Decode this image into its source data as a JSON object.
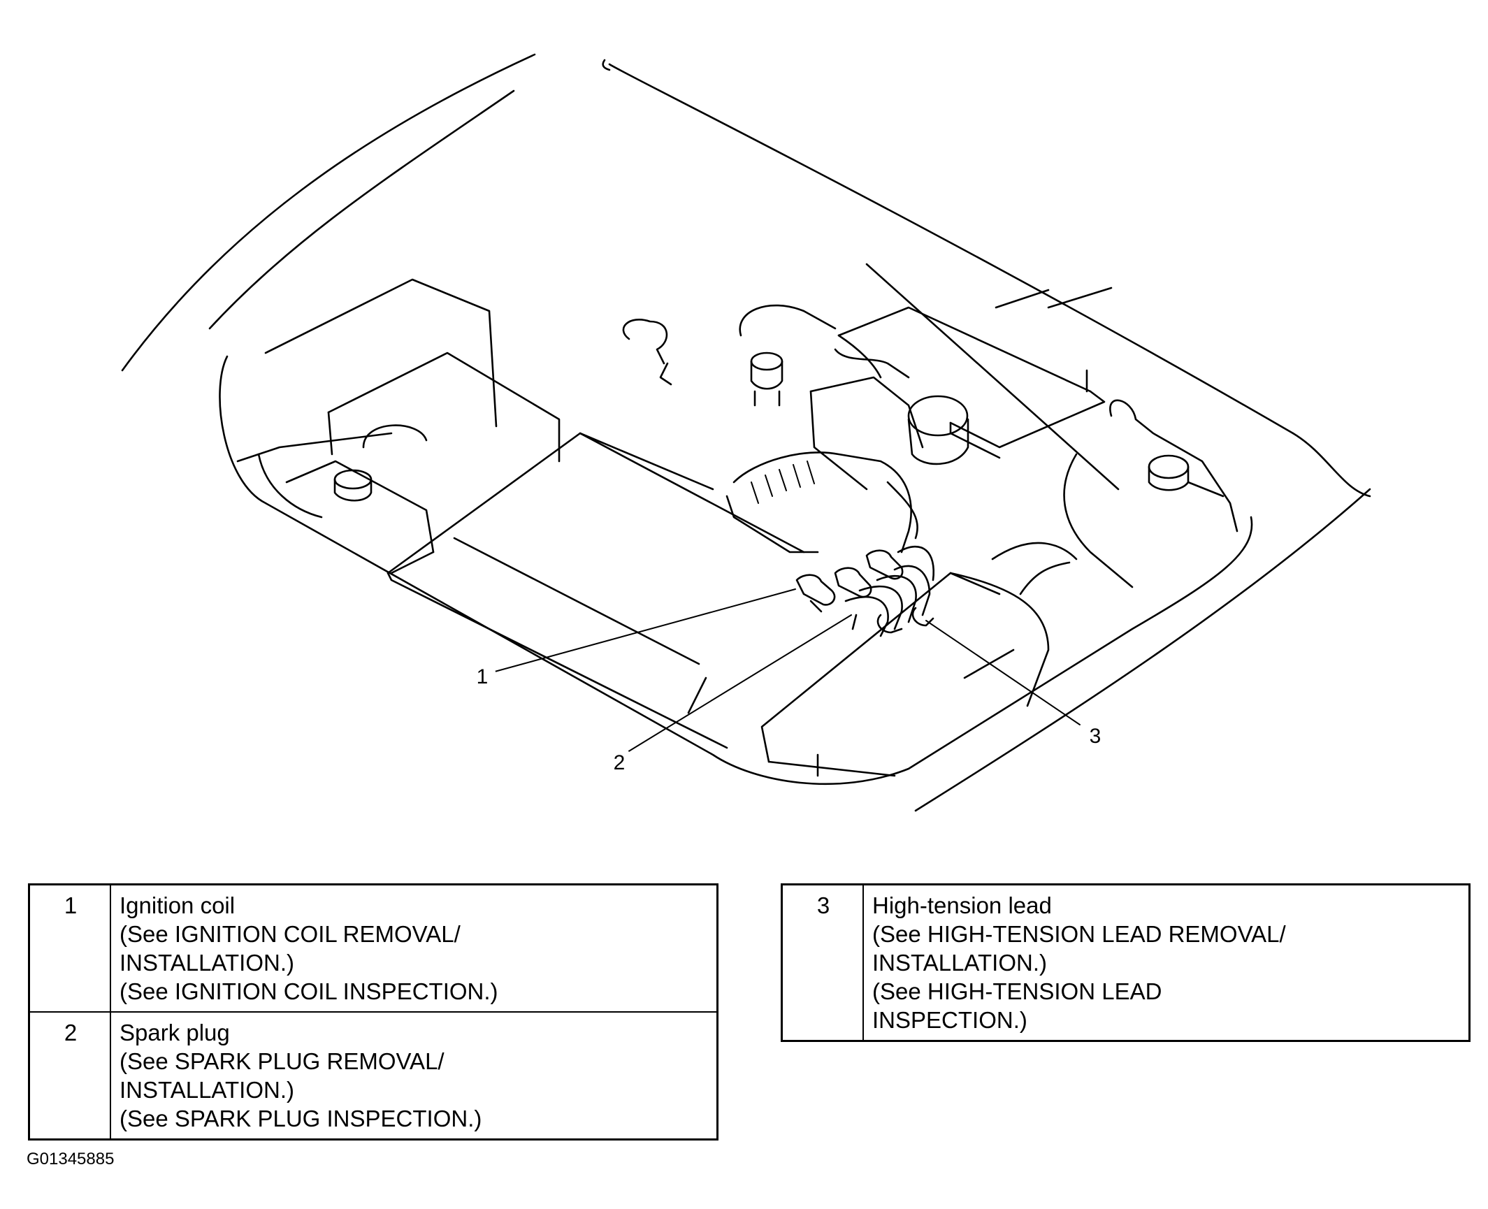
{
  "callouts": [
    {
      "number": "1",
      "name": "Ignition coil"
    },
    {
      "number": "2",
      "name": "Spark plug"
    },
    {
      "number": "3",
      "name": "High-tension lead"
    }
  ],
  "legend": {
    "left": [
      {
        "number": "1",
        "text": "Ignition coil\n(See IGNITION COIL REMOVAL/\nINSTALLATION.)\n(See IGNITION COIL INSPECTION.)"
      },
      {
        "number": "2",
        "text": "Spark plug\n(See SPARK PLUG REMOVAL/\nINSTALLATION.)\n(See SPARK PLUG INSPECTION.)"
      }
    ],
    "right": [
      {
        "number": "3",
        "text": "High-tension lead\n(See HIGH-TENSION LEAD REMOVAL/\nINSTALLATION.)\n(See HIGH-TENSION LEAD\nINSPECTION.)"
      }
    ]
  },
  "figure_code": "G01345885"
}
